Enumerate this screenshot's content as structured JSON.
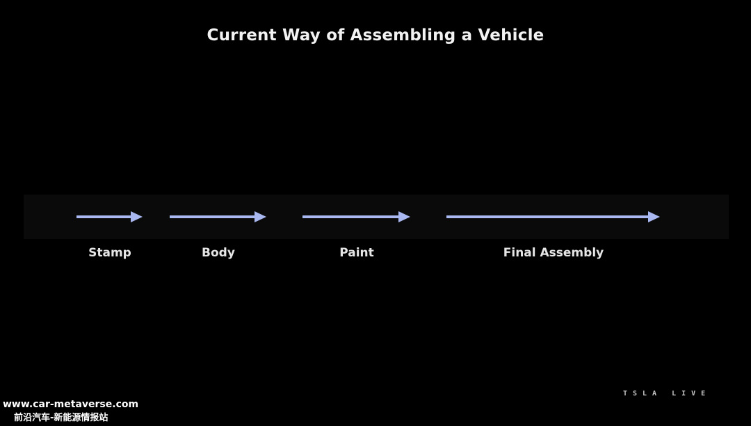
{
  "title": "Current Way of Assembling a Vehicle",
  "stages": [
    {
      "label": "Stamp"
    },
    {
      "label": "Body"
    },
    {
      "label": "Paint"
    },
    {
      "label": "Final Assembly"
    }
  ],
  "colors": {
    "background": "#000000",
    "band": "#0a0a0a",
    "arrow": "#a9b8f0",
    "text": "#e6e6e6"
  },
  "branding": {
    "logo_text": "TSLA LIVE"
  },
  "watermark": {
    "url": "www.car-metaverse.com",
    "subtitle": "前沿汽车-新能源情报站"
  }
}
